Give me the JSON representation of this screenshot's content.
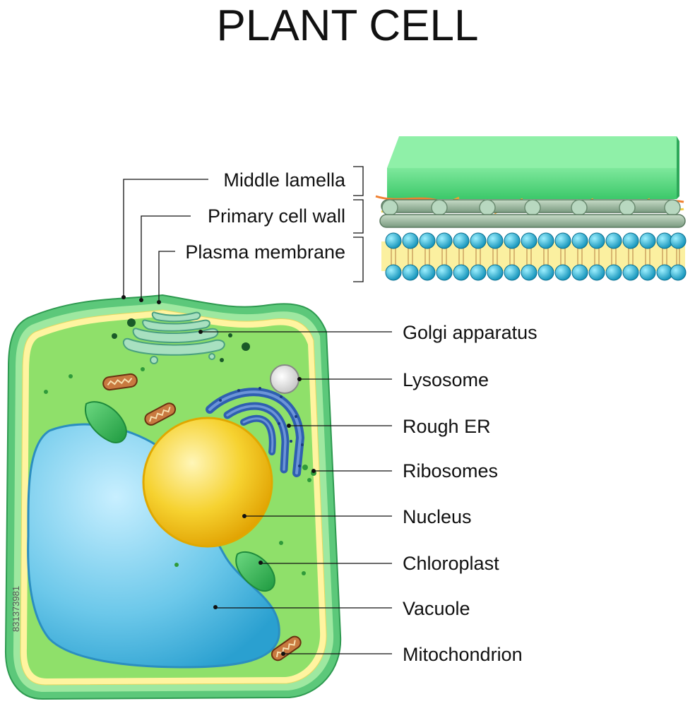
{
  "title": "PLANT CELL",
  "labels": {
    "middle_lamella": "Middle lamella",
    "primary_cell_wall": "Primary cell wall",
    "plasma_membrane": "Plasma membrane",
    "golgi": "Golgi apparatus",
    "lysosome": "Lysosome",
    "rough_er": "Rough ER",
    "ribosomes": "Ribosomes",
    "nucleus": "Nucleus",
    "chloroplast": "Chloroplast",
    "vacuole": "Vacuole",
    "mitochondrion": "Mitochondrion"
  },
  "stock_id": "831373981",
  "colors": {
    "cytoplasm": "#8fe06a",
    "cell_wall": "#58c878",
    "vacuole": "#48b8e0",
    "nucleus": "#f0c020",
    "rough_er": "#2f5fb0",
    "chloroplast": "#2fb050",
    "mitochondrion": "#b45a28",
    "lysosome": "#e0e0e0",
    "lamella_block": "#46d47a",
    "phospholipid_head": "#19a8c8",
    "phospholipid_tail": "#fbf0a0"
  }
}
